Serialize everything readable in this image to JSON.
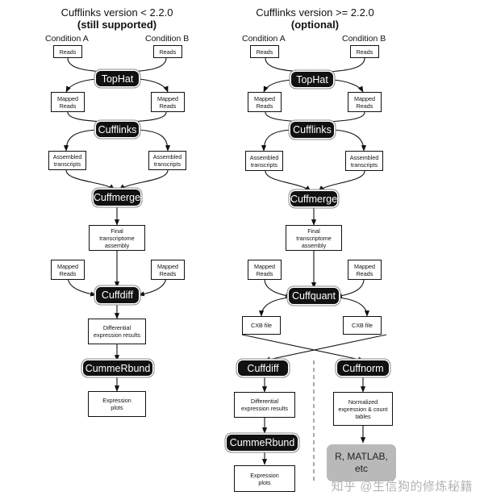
{
  "left": {
    "title": "Cufflinks version < 2.2.0",
    "subtitle": "(still supported)",
    "condition_a": "Condition A",
    "condition_b": "Condition B",
    "reads": "Reads",
    "mapped_reads": "Mapped\nReads",
    "assembled_transcripts": "Assembled\ntranscripts",
    "final_assembly": "Final\ntranscriptome\nassembly",
    "differential_results": "Differential\nexpression results",
    "expression_plots": "Expression\nplots",
    "tophat": "TopHat",
    "cufflinks": "Cufflinks",
    "cuffmerge": "Cuffmerge",
    "cuffdiff": "Cuffdiff",
    "cummerbund": "CummeRbund"
  },
  "right": {
    "title": "Cufflinks version >= 2.2.0",
    "subtitle": "(optional)",
    "condition_a": "Condition A",
    "condition_b": "Condition B",
    "reads": "Reads",
    "mapped_reads": "Mapped\nReads",
    "assembled_transcripts": "Assembled\ntranscripts",
    "final_assembly": "Final\ntranscriptome\nassembly",
    "cxb_file": "CXB file",
    "differential_results": "Differential\nexpression results",
    "normalized_tables": "Normalized\nexpression & count\ntables",
    "expression_plots": "Expression\nplots",
    "r_matlab": "R, MATLAB,\netc",
    "tophat": "TopHat",
    "cufflinks": "Cufflinks",
    "cuffmerge": "Cuffmerge",
    "cuffquant": "Cuffquant",
    "cuffdiff": "Cuffdiff",
    "cuffnorm": "Cuffnorm",
    "cummerbund": "CummeRbund"
  },
  "watermark": "知乎 @生信狗的修炼秘籍"
}
